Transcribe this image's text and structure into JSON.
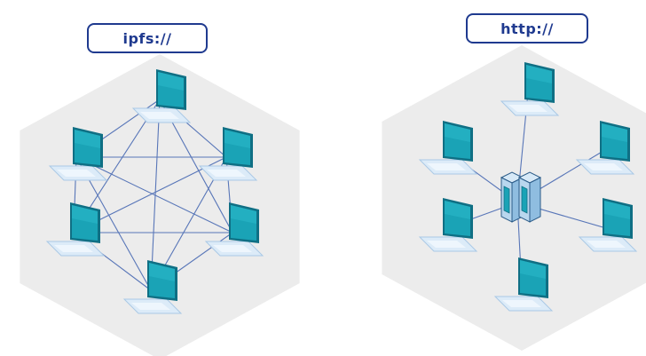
{
  "labels": {
    "ipfs": "ipfs://",
    "http": "http://"
  },
  "colors": {
    "hexagon": "#ececec",
    "line": "#5876b8",
    "label_border": "#1f3a8f",
    "screen": "#1aa3b6",
    "screen_dark": "#0f6f84",
    "laptop_base": "#dcebf8",
    "laptop_base_edge": "#aac9e6",
    "server": "#b9d7ee",
    "server_edge": "#2b5b88"
  },
  "networks": [
    {
      "id": "ipfs",
      "topology": "mesh",
      "node_count": 6
    },
    {
      "id": "http",
      "topology": "star",
      "node_count": 6,
      "hub": "server"
    }
  ]
}
